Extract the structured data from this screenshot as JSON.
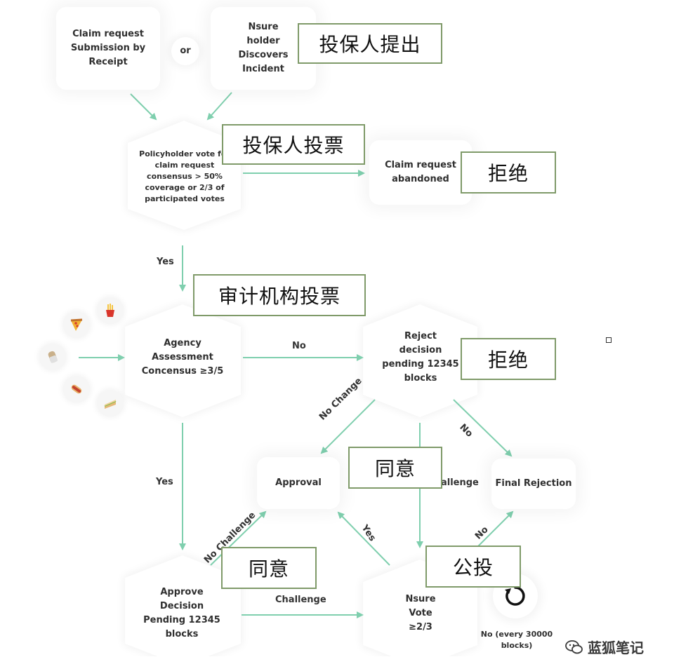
{
  "nodes": {
    "claim_receipt": "Claim request Submission by Receipt",
    "or": "or",
    "holder_discovers": "Nsure holder Discovers Incident",
    "policyholder_vote": "Policyholder vote for claim request consensus > 50% coverage or 2/3 of participated votes",
    "claim_abandoned": "Claim request abandoned",
    "agency_consensus": "Agency Assessment Concensus ≥3/5",
    "reject_pending": "Reject decision pending 12345 blocks",
    "approval": "Approval",
    "final_rejection": "Final Rejection",
    "approve_pending": "Approve Decision Pending 12345 blocks",
    "nsure_vote": "Nsure Vote ≥2/3",
    "no_every": "No (every 30000 blocks)"
  },
  "edge_labels": {
    "yes_1": "Yes",
    "no_1": "No",
    "yes_2": "Yes",
    "no_change": "No Change",
    "no_2": "No",
    "challenge_partial": "allenge",
    "no_challenge": "No Challenge",
    "yes_3": "Yes",
    "no_3": "No",
    "challenge": "Challenge"
  },
  "annotations": {
    "holder_submit": "投保人提出",
    "holder_vote": "投保人投票",
    "reject_1": "拒绝",
    "agency_vote": "审计机构投票",
    "reject_2": "拒绝",
    "agree_1": "同意",
    "agree_2": "同意",
    "public_vote": "公投"
  },
  "watermark": "蓝狐笔记",
  "icons": [
    "pizza-icon",
    "fries-icon",
    "burrito-icon",
    "hotdog-icon",
    "sandwich-icon",
    "refresh-icon",
    "wechat-icon"
  ],
  "colors": {
    "arrow": "#7fcfae",
    "annotation_border": "#7f9a69",
    "text": "#2f2f2f"
  }
}
